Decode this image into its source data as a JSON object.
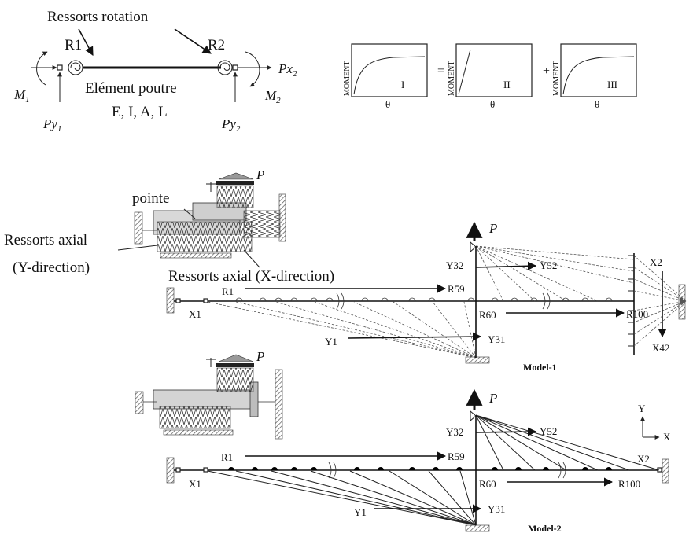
{
  "top": {
    "springs_title": "Ressorts rotation",
    "r1": "R1",
    "r2": "R2",
    "element_label": "Elément poutre",
    "props_label": "E, I, A, L",
    "m1_main": "M",
    "m1_sub": "1",
    "m2_main": "M",
    "m2_sub": "2",
    "px2_main": "Px",
    "px2_sub": "2",
    "py1_main": "Py",
    "py1_sub": "1",
    "py2_main": "Py",
    "py2_sub": "2"
  },
  "curves": {
    "y_label": "MOMENT",
    "x_label": "θ",
    "roman1": "I",
    "roman2": "II",
    "roman3": "III",
    "equals": "=",
    "plus": "+"
  },
  "detail1": {
    "pointe": "pointe",
    "axial_y_line1": "Ressorts axial",
    "axial_y_line2": "(Y-direction)",
    "axial_x": "Ressorts axial (X-direction)",
    "p": "P"
  },
  "model1": {
    "title": "Model-1",
    "p": "P",
    "r1": "R1",
    "r59": "R59",
    "r60": "R60",
    "r100": "R100",
    "x1": "X1",
    "x2": "X2",
    "x42": "X42",
    "y1": "Y1",
    "y31": "Y31",
    "y32": "Y32",
    "y52": "Y52"
  },
  "detail2": {
    "p": "P"
  },
  "model2": {
    "title": "Model-2",
    "p": "P",
    "r1": "R1",
    "r59": "R59",
    "r60": "R60",
    "r100": "R100",
    "x1": "X1",
    "x2": "X2",
    "y1": "Y1",
    "y31": "Y31",
    "y32": "Y32",
    "y52": "Y52"
  },
  "axes": {
    "y": "Y",
    "x": "X"
  }
}
